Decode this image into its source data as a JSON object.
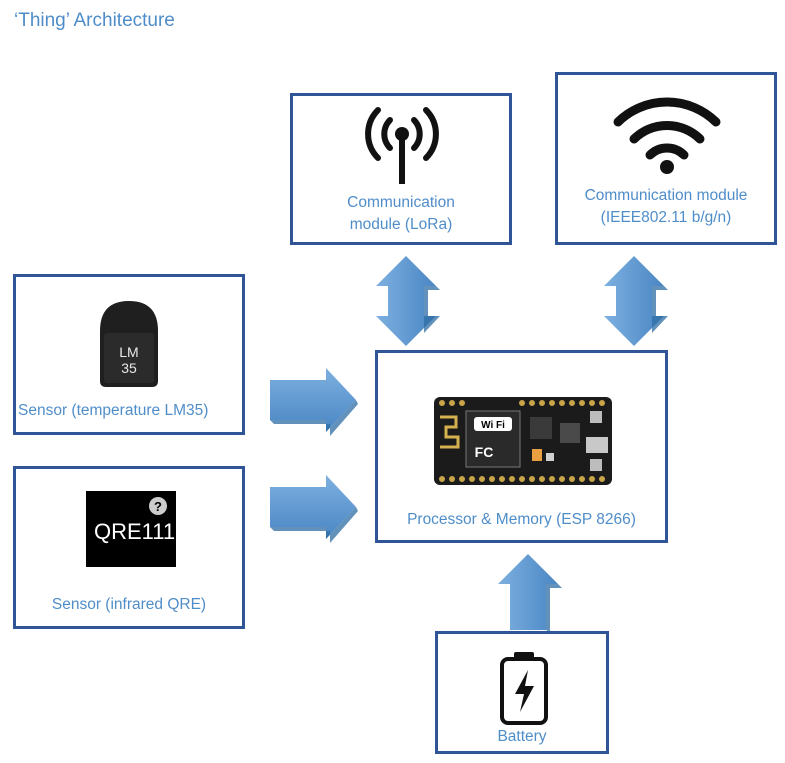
{
  "title": "‘Thing’ Architecture",
  "colors": {
    "border": "#2f5597",
    "text": "#4f8dc9",
    "arrow_fill": "#5b9bd5",
    "arrow_dark": "#2e6da4"
  },
  "nodes": {
    "lora": {
      "label_line1": "Communication",
      "label_line2": "module (LoRa)",
      "icon": "antenna-icon"
    },
    "wifi": {
      "label_line1": "Communication module",
      "label_line2": "(IEEE802.11 b/g/n)",
      "icon": "wifi-icon"
    },
    "temp": {
      "label": "Sensor (temperature LM35)",
      "icon": "lm35-sensor-icon",
      "chip_line1": "LM",
      "chip_line2": "35"
    },
    "ir": {
      "label": "Sensor (infrared QRE)",
      "icon": "qre-sensor-icon",
      "chip_text": "QRE111",
      "badge": "?"
    },
    "processor": {
      "label": "Processor & Memory (ESP 8266)",
      "icon": "esp8266-board-icon",
      "board_badge": "Wi Fi",
      "board_logo": "FC"
    },
    "battery": {
      "label": "Battery",
      "icon": "battery-icon"
    }
  },
  "edges": [
    {
      "from": "lora",
      "to": "processor",
      "direction": "bidirectional"
    },
    {
      "from": "wifi",
      "to": "processor",
      "direction": "bidirectional"
    },
    {
      "from": "temp",
      "to": "processor",
      "direction": "forward"
    },
    {
      "from": "ir",
      "to": "processor",
      "direction": "forward"
    },
    {
      "from": "battery",
      "to": "processor",
      "direction": "forward"
    }
  ]
}
